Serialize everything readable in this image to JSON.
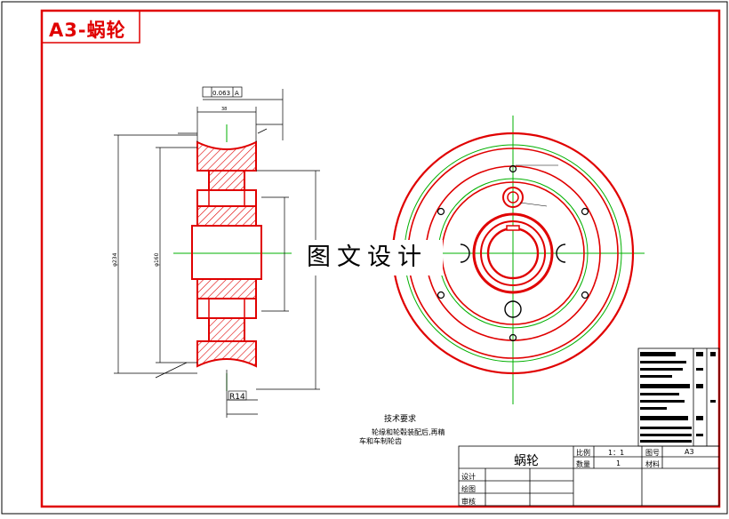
{
  "sheet": {
    "title": "A3-蜗轮",
    "watermark": "图文设计"
  },
  "drawing": {
    "dim_top_width": "38",
    "dim_radius": "R14",
    "dim_dia_outer": "φ234",
    "dim_dia_mid": "φ160",
    "tolerance_flatness": "0.063",
    "tolerance_datum": "A"
  },
  "tech_requirements": {
    "heading": "技术要求",
    "line1": "轮缘和轮毂装配后,再精",
    "line2": "车和车制轮齿"
  },
  "title_block": {
    "part_name": "蜗轮",
    "scale_label": "比例",
    "scale_value": "1：1",
    "drawing_no_label": "图号",
    "drawing_no_value": "A3",
    "qty_label": "数量",
    "qty_value": "1",
    "material_label": "材料",
    "design_label": "设计",
    "drafter_label": "绘图",
    "review_label": "审核"
  },
  "colors": {
    "border": "#e00000",
    "hatch": "#e00000",
    "centerline": "#00b000",
    "ink": "#000000"
  }
}
